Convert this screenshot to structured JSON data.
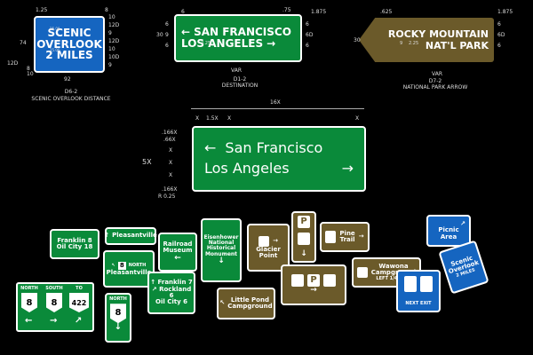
{
  "diagram": {
    "d6_2": {
      "line1": "SCENIC",
      "line2": "OVERLOOK",
      "line3": "2 MILES",
      "code": "D6-2",
      "title": "SCENIC OVERLOOK DISTANCE",
      "dims": {
        "top": "1.25",
        "top_right": "8",
        "left": "74",
        "left_bottom": "12D",
        "width": "92",
        "r1": "10",
        "r2": "12D",
        "r3": "9",
        "r4": "12D",
        "r5": "10",
        "r6": "10D",
        "r7": "9",
        "inner1": "8",
        "inner2": "10",
        "inner3": "25.00",
        "inner4": "25.00"
      }
    },
    "d1_2": {
      "line1": "SAN FRANCISCO",
      "line2": "LOS ANGELES",
      "code": "D1-2",
      "title": "DESTINATION",
      "dims": {
        "top_total": ".75",
        "corner": "1.875",
        "left": "30",
        "left_a": "6",
        "left_b": "9",
        "left_c": "6",
        "seg": "6",
        "var": "VAR",
        "mid": "2.25",
        "right_a": "6",
        "right_b": "6D",
        "right_c": "6"
      }
    },
    "d7_2": {
      "line1": "ROCKY MOUNTAIN",
      "line2": "NAT'L PARK",
      "code": "D7-2",
      "title": "NATIONAL PARK ARROW",
      "dims": {
        "top": ".625",
        "corner": "1.875",
        "left": "30",
        "mid_a": "9",
        "mid_b": "2.25",
        "var": "VAR",
        "right_a": "6",
        "right_b": "6D",
        "right_c": "6"
      }
    },
    "grid_sign": {
      "line1": "San Francisco",
      "line2": "Los Angeles",
      "dims": {
        "width": "16X",
        "x": "X",
        "x15": "1.5X",
        "height": "5X",
        "l1": ".166X",
        "l2": ".66X",
        "l3": "X",
        "l4": "X",
        "l5": "X",
        "l6": ".166X",
        "radius": "R 0.25"
      }
    },
    "bottom": {
      "franklin_oil": {
        "l1": "Franklin",
        "n1": "8",
        "l2": "Oil City",
        "n2": "18"
      },
      "pleasantville1": {
        "text": "Pleasantville"
      },
      "railroad": {
        "l1": "Railroad",
        "l2": "Museum"
      },
      "eisenhower": {
        "l1": "Eisenhower",
        "l2": "National",
        "l3": "Historical",
        "l4": "Monument"
      },
      "pleasantville2": {
        "north": "NORTH",
        "route": "8",
        "text": "Pleasantville"
      },
      "routes": {
        "h1": "NORTH",
        "h2": "SOUTH",
        "h3": "TO",
        "r1": "8",
        "r2": "8",
        "r3": "422"
      },
      "north8": {
        "north": "NORTH",
        "route": "8"
      },
      "frank_rock": {
        "l1": "Franklin",
        "n1": "7",
        "l2": "Rockland",
        "n2": "6",
        "l3": "Oil City",
        "n3": "6"
      },
      "glacier": {
        "l1": "Glacier",
        "l2": "Point"
      },
      "pine": {
        "l1": "Pine",
        "l2": "Trail"
      },
      "little_pond": {
        "l1": "Little Pond",
        "l2": "Campground"
      },
      "wawona": {
        "l1": "Wawona",
        "l2": "Campground",
        "l3": "LEFT 1/4 MILE"
      },
      "picnic": {
        "l1": "Picnic",
        "l2": "Area"
      },
      "next_exit": {
        "text": "NEXT EXIT"
      },
      "scenic_small": {
        "l1": "Scenic",
        "l2": "Overlook",
        "l3": "2 MILES"
      }
    }
  }
}
